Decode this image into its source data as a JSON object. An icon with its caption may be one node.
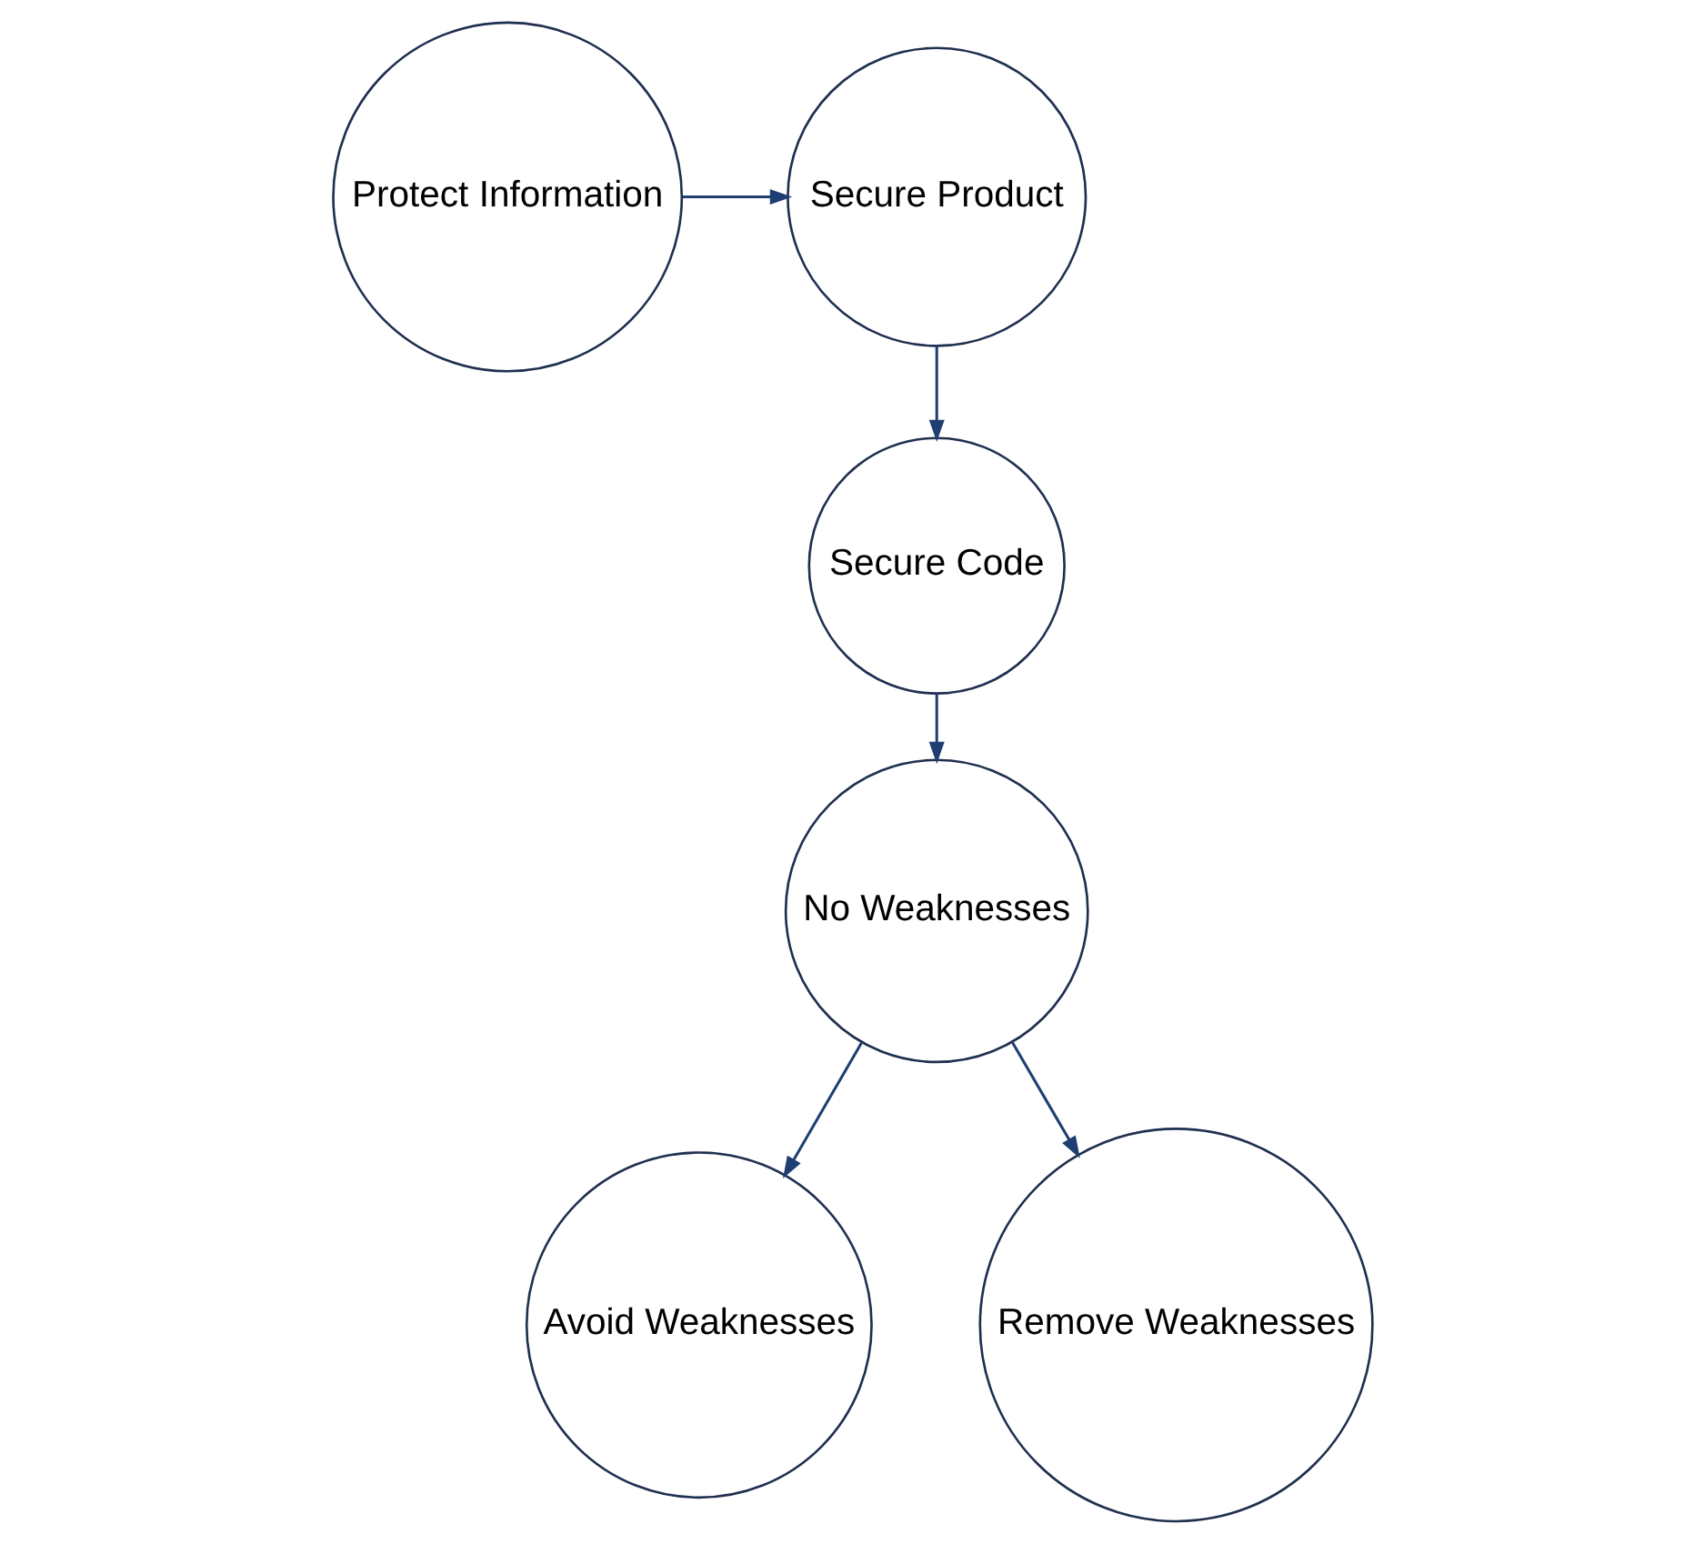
{
  "diagram": {
    "nodes": [
      {
        "text": [
          "Secure Product"
        ]
      },
      {
        "text": [
          "Protect Information"
        ]
      },
      {
        "text": [
          "Secure Code"
        ]
      },
      {
        "text": [
          "No Weaknesses"
        ]
      },
      {
        "text": [
          "Avoid Weaknesses"
        ]
      },
      {
        "text": [
          "Remove Weaknesses"
        ]
      }
    ],
    "edges": [
      {
        "from": 1,
        "to": 0,
        "arrow": "to"
      },
      {
        "from": 0,
        "to": 2,
        "arrow": "to"
      },
      {
        "from": 2,
        "to": 3,
        "arrow": "to"
      },
      {
        "from": 3,
        "to": 4,
        "arrow": "to"
      },
      {
        "from": 3,
        "to": 5,
        "arrow": "to"
      }
    ]
  }
}
